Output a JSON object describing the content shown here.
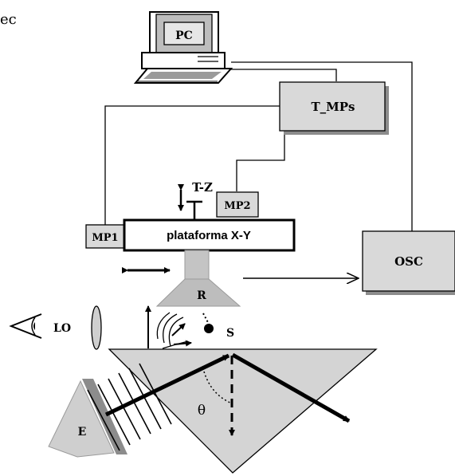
{
  "corner_text": "ec",
  "labels": {
    "pc": "PC",
    "tmps": "T_MPs",
    "tz": "T-Z",
    "mp2": "MP2",
    "mp1": "MP1",
    "platform": "plataforma X-Y",
    "osc": "OSC",
    "r": "R",
    "lo": "LO",
    "s": "S",
    "theta": "θ",
    "e": "E"
  },
  "colors": {
    "box_fill": "#d9d9d9",
    "prism_fill": "#d4d4d4",
    "shadow": "#8c8c8c",
    "ink": "#000000"
  },
  "icons": [
    "eye-icon",
    "lens-icon",
    "computer-icon"
  ]
}
